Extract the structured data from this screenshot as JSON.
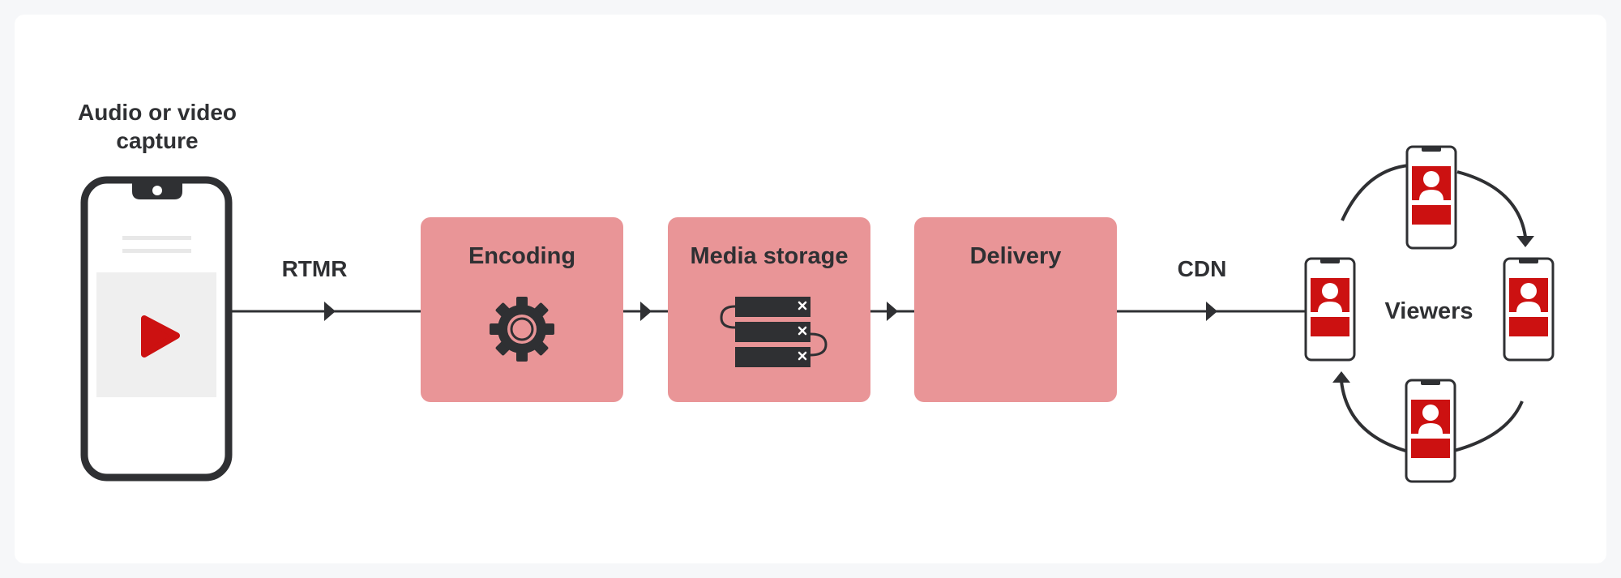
{
  "diagram": {
    "capture_label_line1": "Audio or video",
    "capture_label_line2": "capture",
    "rtmr_label": "RTMR",
    "cdn_label": "CDN",
    "encoding_label": "Encoding",
    "storage_label": "Media storage",
    "delivery_label": "Delivery",
    "viewers_label": "Viewers"
  },
  "colors": {
    "background": "#f6f7f9",
    "card": "#ffffff",
    "stage_box": "#e99597",
    "ink": "#2f3033",
    "accent_red": "#cc1111",
    "placeholder_gray": "#efefef"
  },
  "icons": {
    "capture_device": "smartphone-icon",
    "play": "play-icon",
    "encoding": "gear-icon",
    "storage": "server-stack-icon",
    "viewer": "smartphone-user-icon"
  }
}
